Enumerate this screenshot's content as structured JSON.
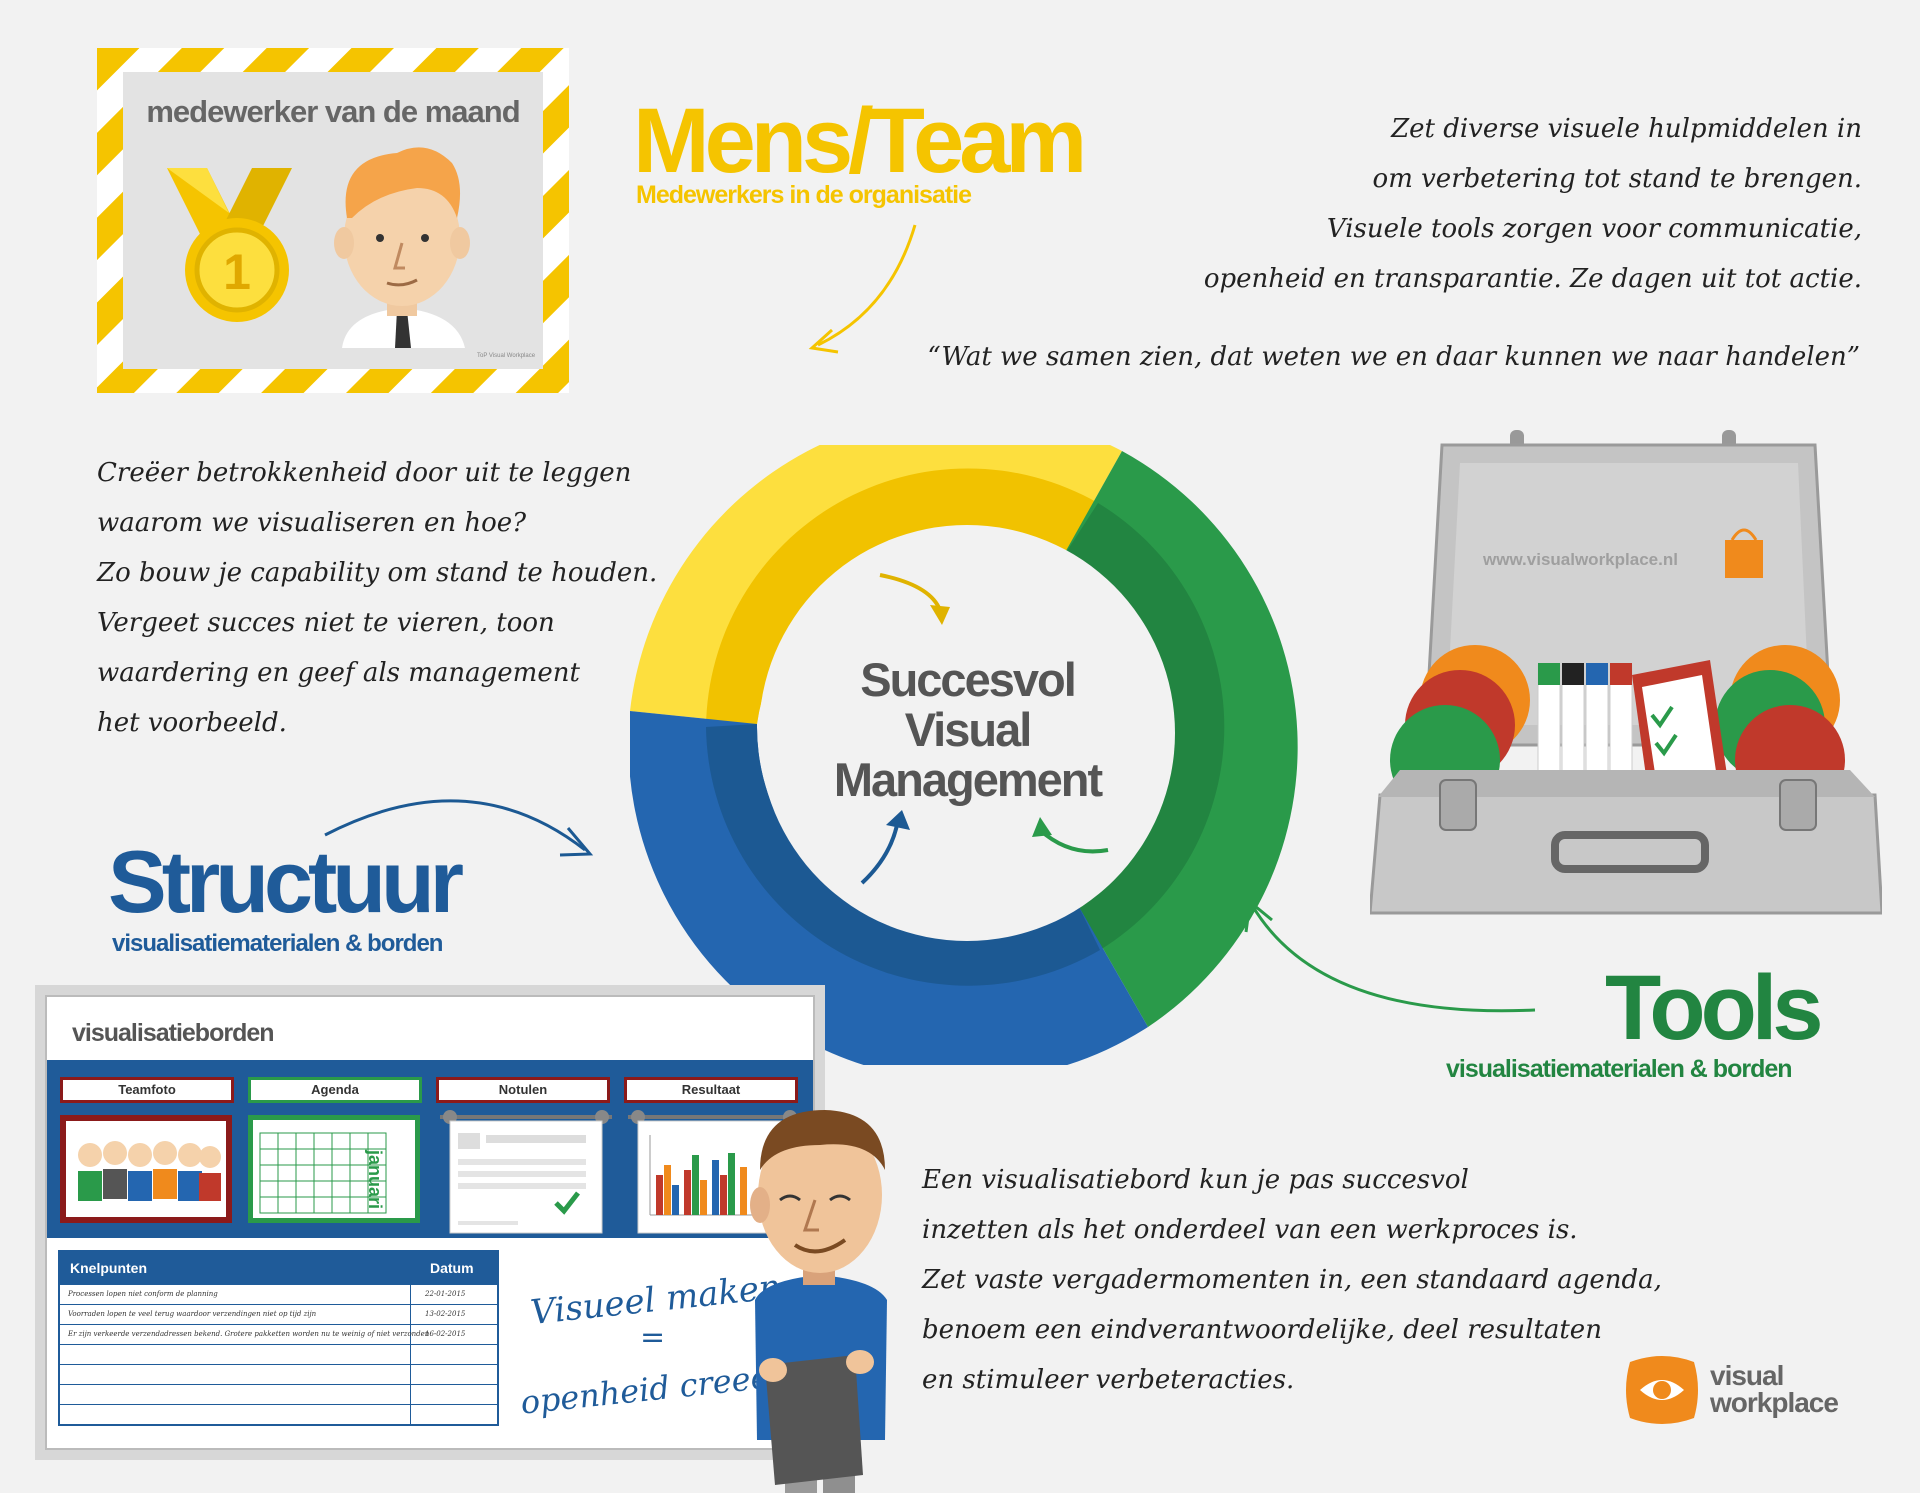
{
  "mens_team": {
    "title": "Mens/Team",
    "subtitle": "Medewerkers in de organisatie",
    "poster_title": "medewerker van de maand",
    "medal_number": "1",
    "poster_credit": "ToP Visual Workplace"
  },
  "top_right_text": {
    "lines": [
      "Zet diverse visuele hulpmiddelen in",
      "om verbetering tot stand te brengen.",
      "Visuele tools zorgen voor communicatie,",
      "openheid en transparantie. Ze dagen uit tot actie."
    ],
    "quote": "“Wat we samen zien, dat weten we en daar kunnen we naar handelen”"
  },
  "left_text": {
    "lines": [
      "Creëer betrokkenheid door uit te leggen",
      "waarom we visualiseren en hoe?",
      "Zo bouw je capability om stand te houden.",
      "Vergeet succes niet te vieren, toon",
      "waardering en geef als management",
      "het voorbeeld."
    ]
  },
  "center": {
    "line1": "Succesvol",
    "line2": "Visual",
    "line3": "Management"
  },
  "structuur": {
    "title": "Structuur",
    "subtitle": "visualisatiematerialen & borden"
  },
  "tools": {
    "title": "Tools",
    "subtitle": "visualisatiematerialen & borden",
    "suitcase_url": "www.visualworkplace.nl"
  },
  "board": {
    "title": "visualisatieborden",
    "headers": [
      "Teamfoto",
      "Agenda",
      "Notulen",
      "Resultaat"
    ],
    "calendar_month": "januari",
    "kp_header": "Knelpunten",
    "date_header": "Datum",
    "rows": [
      {
        "text": "Processen lopen niet conform de planning",
        "date": "22-01-2015"
      },
      {
        "text": "Voorraden lopen te veel terug waardoor verzendingen niet op tijd zijn",
        "date": "13-02-2015"
      },
      {
        "text": "Er zijn verkeerde verzendadressen bekend. Grotere pakketten worden nu te weinig of niet verzonden",
        "date": "16-02-2015"
      },
      {
        "text": "",
        "date": ""
      },
      {
        "text": "",
        "date": ""
      },
      {
        "text": "",
        "date": ""
      },
      {
        "text": "",
        "date": ""
      }
    ],
    "whiteboard_line1": "Visueel maken",
    "whiteboard_eq": "=",
    "whiteboard_line2": "openheid creeer"
  },
  "bottom_right_text": {
    "lines": [
      "Een visualisatiebord  kun je pas succesvol",
      "inzetten als het onderdeel van een werkproces is.",
      "Zet vaste vergadermomenten in, een standaard agenda,",
      "benoem een eindverantwoordelijke, deel resultaten",
      "en stimuleer verbeteracties."
    ]
  },
  "logo": {
    "line1": "visual",
    "line2": "workplace"
  },
  "colors": {
    "yellow": "#f5c400",
    "yellow_light": "#fddf3e",
    "green": "#2a9a4a",
    "green_dark": "#228541",
    "blue": "#2466b0",
    "blue_dark": "#1c5993",
    "text_dark": "#555555"
  }
}
